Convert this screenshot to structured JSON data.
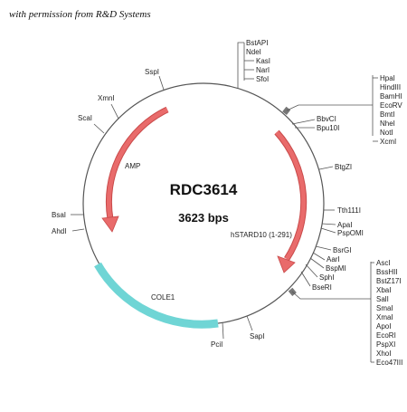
{
  "caption": "with permission from R&D Systems",
  "plasmid": {
    "name": "RDC3614",
    "size": "3623 bps"
  },
  "colors": {
    "arrow": "#e96b6b",
    "arrow_edge": "#c94a4a",
    "cole1": "#6fd5d5",
    "ring": "#555555"
  },
  "features": {
    "amp": {
      "label": "AMP"
    },
    "insert": {
      "label": "hSTARD10 (1-291)"
    },
    "cole1": {
      "label": "COLE1"
    }
  },
  "sites": {
    "top": [
      "BstAPI",
      "NdeI",
      "KasI",
      "NarI",
      "SfoI"
    ],
    "sspi_top": "SspI",
    "xmni": "XmnI",
    "scai": "ScaI",
    "cluster1": [
      "HpaI",
      "HindIII",
      "BamHI",
      "EcoRV",
      "BmtI",
      "NheI",
      "NotI",
      "XcmI"
    ],
    "bbvci": "BbvCI",
    "bpu10i": "Bpu10I",
    "btgzi": "BtgZI",
    "tth111i": "Tth111I",
    "apai": "ApaI",
    "pspomi": "PspOMI",
    "bsrgi": "BsrGI",
    "aari": "AarI",
    "bspmi": "BspMI",
    "sphi": "SphI",
    "bseri": "BseRI",
    "cluster2": [
      "AscI",
      "BssHII",
      "BstZ17I",
      "XbaI",
      "SalI",
      "SmaI",
      "XmaI",
      "ApoI",
      "EcoRI",
      "PspXI",
      "XhoI",
      "Eco47III"
    ],
    "bsai": "BsaI",
    "ahdi": "AhdI",
    "sspi_bottom": "SapI",
    "pcii": "PciI"
  }
}
